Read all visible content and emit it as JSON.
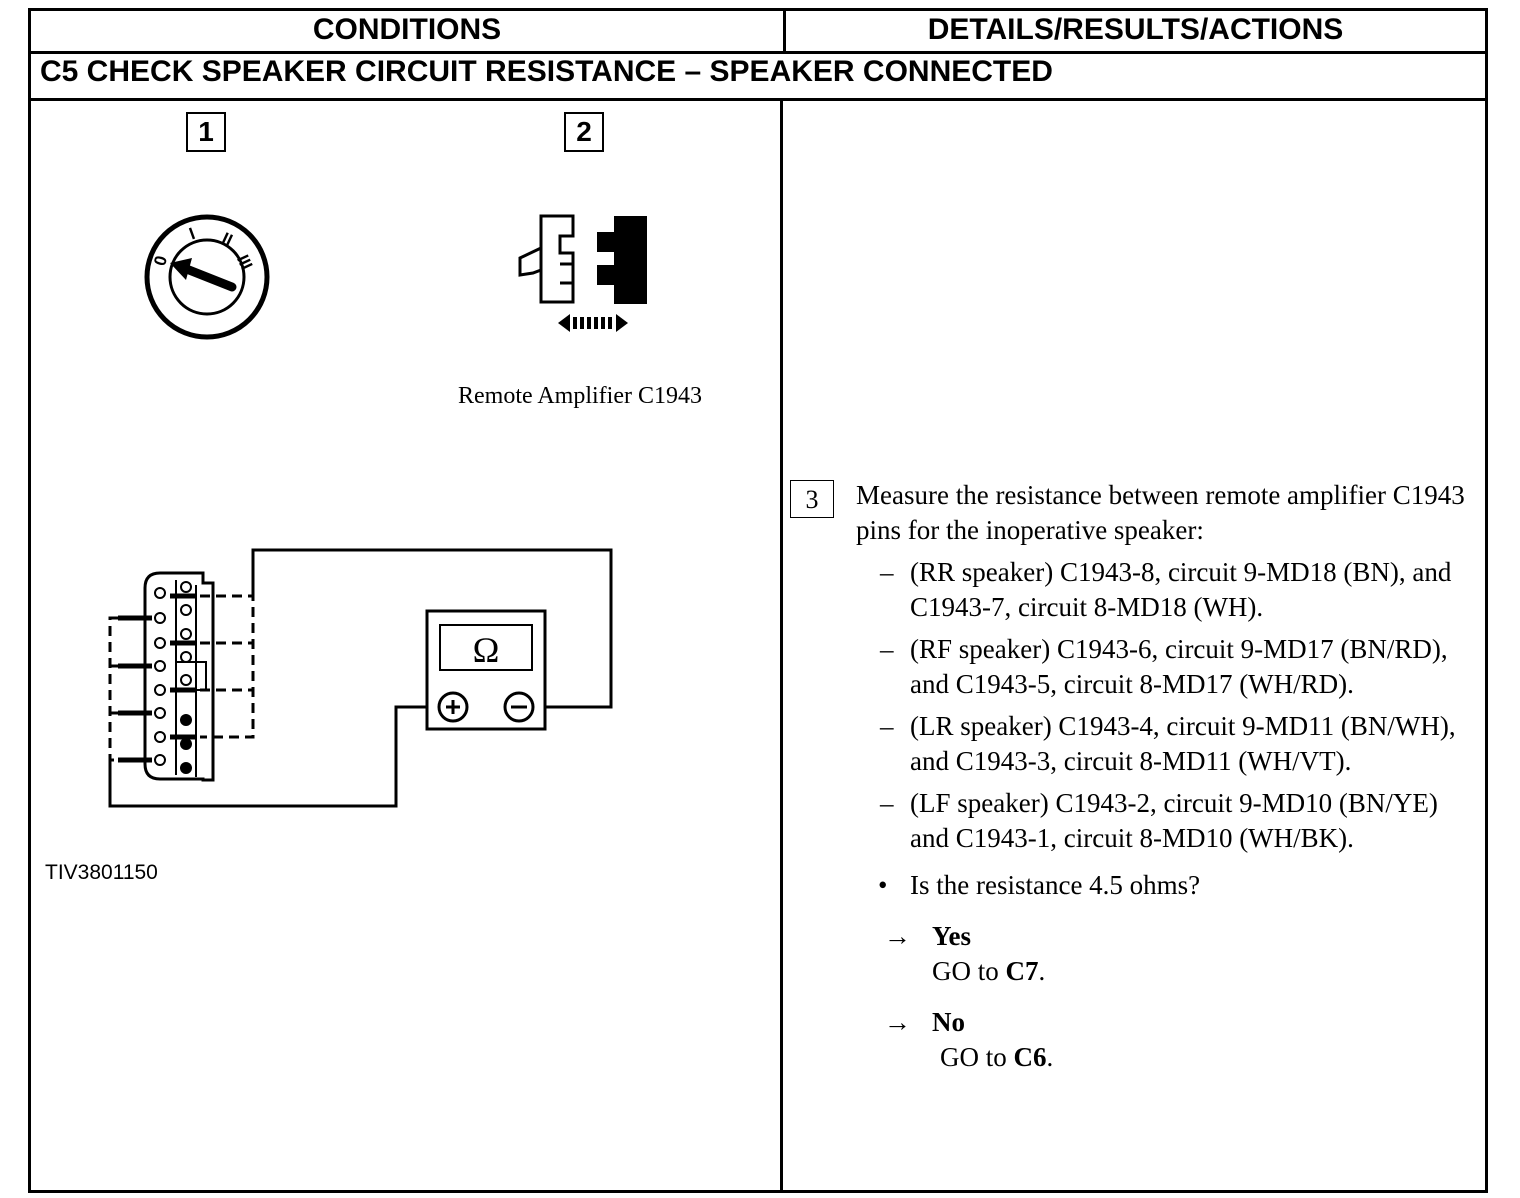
{
  "header": {
    "conditions": "CONDITIONS",
    "details": "DETAILS/RESULTS/ACTIONS"
  },
  "step": {
    "title": "C5   CHECK SPEAKER CIRCUIT RESISTANCE – SPEAKER CONNECTED"
  },
  "conditions": {
    "step1_num": "1",
    "step2_num": "2",
    "step2_caption": "Remote Amplifier C1943",
    "ignition_positions": [
      "0",
      "I",
      "II",
      "III"
    ],
    "meter_symbol": "Ω",
    "meter_plus": "+",
    "meter_minus": "−",
    "figure_id": "TIV3801150",
    "icons": [
      "ignition-switch-icon",
      "connector-disconnect-icon",
      "ohmmeter-icon",
      "connector-pinout-icon"
    ]
  },
  "details": {
    "step_num": "3",
    "instruction": "Measure the resistance between remote amplifier C1943 pins for the inoperative speaker:",
    "items": [
      {
        "dash": "–",
        "text": "(RR speaker) C1943-8, circuit 9-MD18 (BN), and C1943-7, circuit 8-MD18 (WH)."
      },
      {
        "dash": "–",
        "text": "(RF speaker) C1943-6, circuit 9-MD17 (BN/RD), and C1943-5, circuit 8-MD17 (WH/RD)."
      },
      {
        "dash": "–",
        "text": "(LR speaker) C1943-4, circuit 9-MD11 (BN/WH), and C1943-3, circuit 8-MD11 (WH/VT)."
      },
      {
        "dash": "–",
        "text": "(LF speaker) C1943-2, circuit 9-MD10 (BN/YE) and C1943-1, circuit 8-MD10 (WH/BK)."
      }
    ],
    "question_bullet": "•",
    "question": "Is the resistance 4.5 ohms?",
    "answers": [
      {
        "arrow": "→",
        "label": "Yes",
        "goto_prefix": "GO to ",
        "goto_target": "C7",
        "goto_suffix": "."
      },
      {
        "arrow": "→",
        "label": "No",
        "goto_prefix": "GO to ",
        "goto_target": "C6",
        "goto_suffix": "."
      }
    ]
  }
}
